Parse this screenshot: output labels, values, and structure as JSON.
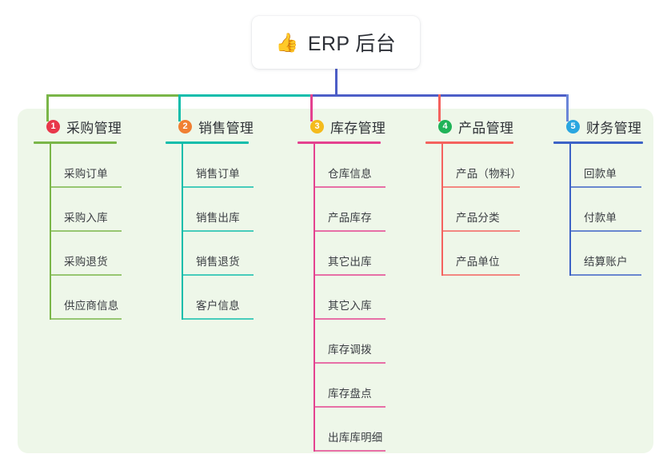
{
  "root": {
    "emoji": "👍",
    "label": "ERP 后台",
    "stem_color": "#4d5ec7"
  },
  "panel": {
    "background": "#eef7e9"
  },
  "connectors": [
    {
      "name": "segment-purchase",
      "color": "#7ab648"
    },
    {
      "name": "segment-sales",
      "color": "#0fbdab"
    },
    {
      "name": "segment-inventory",
      "color": "#4d5ec7"
    },
    {
      "name": "segment-product",
      "color": "#4d5ec7"
    },
    {
      "name": "segment-finance",
      "color": "#4d5ec7"
    }
  ],
  "columns": [
    {
      "index": "1",
      "title": "采购管理",
      "badge_color": "#e8374a",
      "line_color": "#7ab648",
      "drop_color": "#7ab648",
      "items": [
        "采购订单",
        "采购入库",
        "采购退货",
        "供应商信息"
      ]
    },
    {
      "index": "2",
      "title": "销售管理",
      "badge_color": "#f08033",
      "line_color": "#0fbdab",
      "drop_color": "#0fbdab",
      "items": [
        "销售订单",
        "销售出库",
        "销售退货",
        "客户信息"
      ]
    },
    {
      "index": "3",
      "title": "库存管理",
      "badge_color": "#f4bb1c",
      "line_color": "#e4418f",
      "drop_color": "#e4418f",
      "items": [
        "仓库信息",
        "产品库存",
        "其它出库",
        "其它入库",
        "库存调拨",
        "库存盘点",
        "出库库明细"
      ]
    },
    {
      "index": "4",
      "title": "产品管理",
      "badge_color": "#20b358",
      "line_color": "#f4625e",
      "drop_color": "#f4625e",
      "items": [
        "产品（物料）",
        "产品分类",
        "产品单位"
      ]
    },
    {
      "index": "5",
      "title": "财务管理",
      "badge_color": "#2aa6e0",
      "line_color": "#3c62c6",
      "drop_color": "#6b86d8",
      "items": [
        "回款单",
        "付款单",
        "结算账户"
      ]
    }
  ]
}
